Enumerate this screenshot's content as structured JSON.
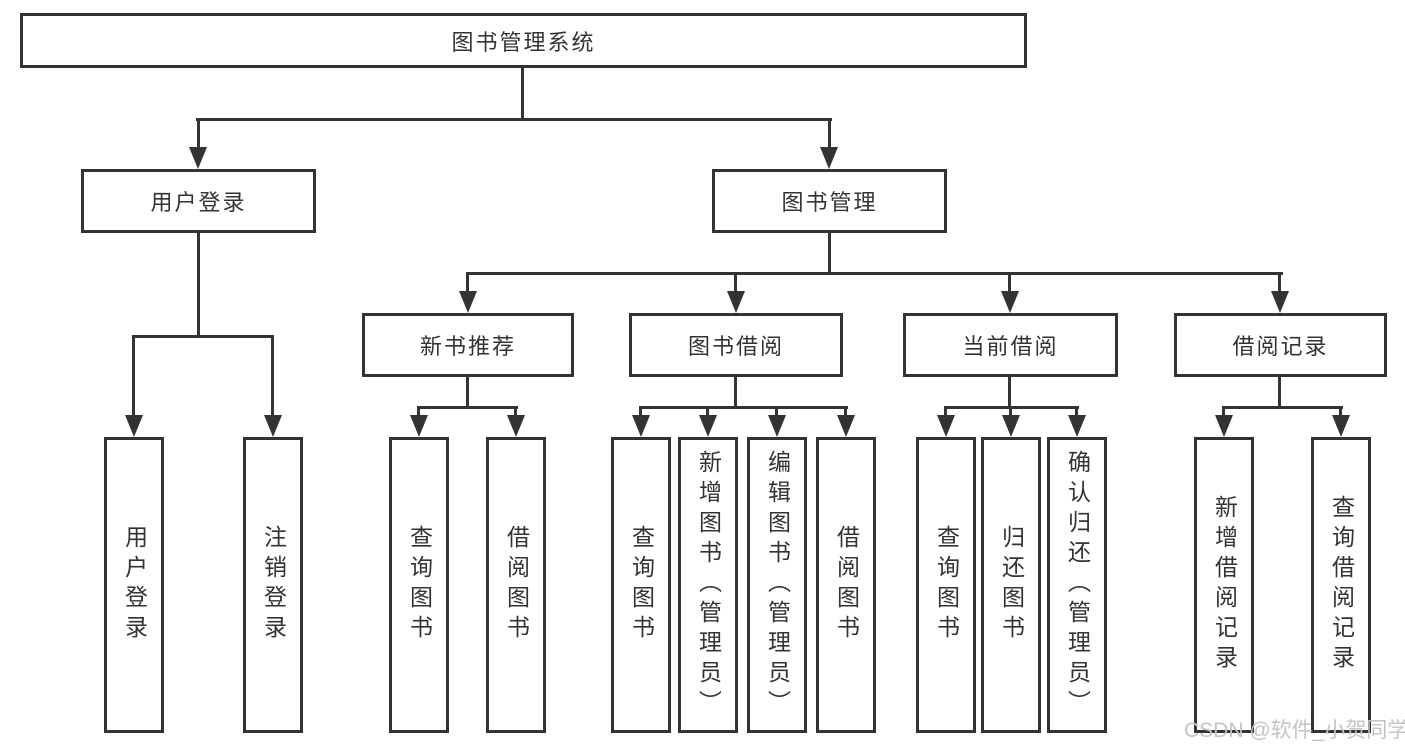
{
  "diagram": {
    "type": "hierarchy-tree",
    "tree": {
      "label": "图书管理系统",
      "children": [
        {
          "label": "用户登录",
          "children": [
            {
              "label": "用户登录"
            },
            {
              "label": "注销登录"
            }
          ]
        },
        {
          "label": "图书管理",
          "children": [
            {
              "label": "新书推荐",
              "children": [
                {
                  "label": "查询图书"
                },
                {
                  "label": "借阅图书"
                }
              ]
            },
            {
              "label": "图书借阅",
              "children": [
                {
                  "label": "查询图书"
                },
                {
                  "label": "新增图书（管理员）"
                },
                {
                  "label": "编辑图书（管理员）"
                },
                {
                  "label": "借阅图书"
                }
              ]
            },
            {
              "label": "当前借阅",
              "children": [
                {
                  "label": "查询图书"
                },
                {
                  "label": "归还图书"
                },
                {
                  "label": "确认归还（管理员）"
                }
              ]
            },
            {
              "label": "借阅记录",
              "children": [
                {
                  "label": "新增借阅记录"
                },
                {
                  "label": "查询借阅记录"
                }
              ]
            }
          ]
        }
      ]
    },
    "watermark": "CSDN @软件_小贺同学",
    "colors": {
      "line": "#333333",
      "text": "#333333",
      "watermark": "#c4c4c4",
      "background": "#ffffff"
    }
  }
}
